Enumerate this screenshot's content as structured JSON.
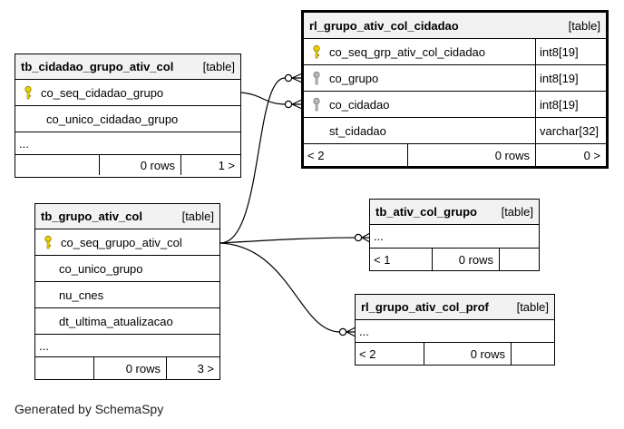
{
  "tables": {
    "tb_cidadao_grupo_ativ_col": {
      "name": "tb_cidadao_grupo_ativ_col",
      "kind": "[table]",
      "columns": [
        "co_seq_cidadao_grupo",
        "co_unico_cidadao_grupo"
      ],
      "ellipsis": "...",
      "footer": {
        "left": "",
        "rows": "0 rows",
        "right": "1 >"
      }
    },
    "rl_grupo_ativ_col_cidadao": {
      "name": "rl_grupo_ativ_col_cidadao",
      "kind": "[table]",
      "columns": [
        {
          "name": "co_seq_grp_ativ_col_cidadao",
          "type": "int8[19]"
        },
        {
          "name": "co_grupo",
          "type": "int8[19]"
        },
        {
          "name": "co_cidadao",
          "type": "int8[19]"
        },
        {
          "name": "st_cidadao",
          "type": "varchar[32]"
        }
      ],
      "footer": {
        "left": "< 2",
        "rows": "0 rows",
        "right": "0 >"
      }
    },
    "tb_grupo_ativ_col": {
      "name": "tb_grupo_ativ_col",
      "kind": "[table]",
      "columns": [
        "co_seq_grupo_ativ_col",
        "co_unico_grupo",
        "nu_cnes",
        "dt_ultima_atualizacao"
      ],
      "ellipsis": "...",
      "footer": {
        "left": "",
        "rows": "0 rows",
        "right": "3 >"
      }
    },
    "tb_ativ_col_grupo": {
      "name": "tb_ativ_col_grupo",
      "kind": "[table]",
      "ellipsis": "...",
      "footer": {
        "left": "< 1",
        "rows": "0 rows",
        "right": ""
      }
    },
    "rl_grupo_ativ_col_prof": {
      "name": "rl_grupo_ativ_col_prof",
      "kind": "[table]",
      "ellipsis": "...",
      "footer": {
        "left": "< 2",
        "rows": "0 rows",
        "right": ""
      }
    }
  },
  "colors": {
    "primary_key_icon": "#f0d000",
    "foreign_key_icon": "#b8b8b8",
    "header_bg": "#f2f2f2"
  },
  "icons": {
    "primary_key": "key-icon",
    "foreign_key": "key-icon-gray"
  },
  "footer_text": "Generated by SchemaSpy"
}
